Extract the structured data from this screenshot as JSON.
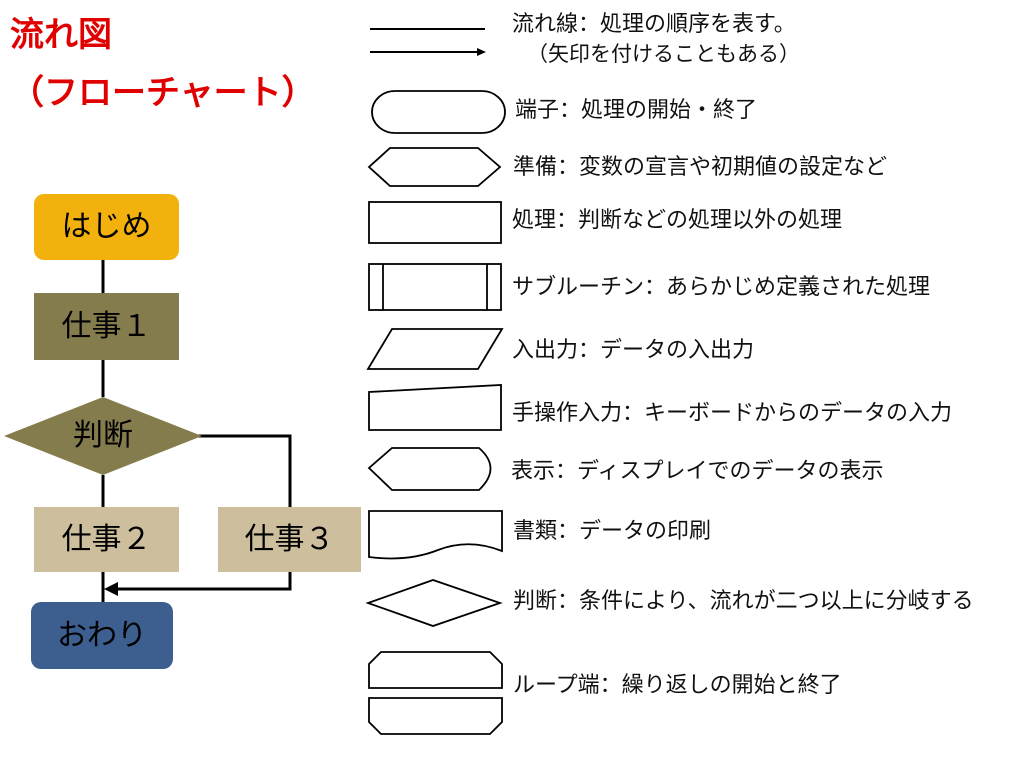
{
  "title": {
    "line1": "流れ図",
    "line2": "（フローチャート）"
  },
  "flowchart": {
    "colors": {
      "start": "#f3b10d",
      "task1": "#857c4e",
      "decision": "#857c4e",
      "task2": "#cdbf9e",
      "task3": "#cdbf9e",
      "end": "#3d5f8f"
    },
    "nodes": {
      "start": "はじめ",
      "task1": "仕事１",
      "decision": "判断",
      "task2": "仕事２",
      "task3": "仕事３",
      "end": "おわり"
    }
  },
  "legend": [
    {
      "shape": "flow-line",
      "text": "流れ線：処理の順序を表す。",
      "subtext": "（矢印を付けることもある）"
    },
    {
      "shape": "terminal",
      "text": "端子：処理の開始・終了"
    },
    {
      "shape": "preparation",
      "text": "準備：変数の宣言や初期値の設定など"
    },
    {
      "shape": "process",
      "text": "処理：判断などの処理以外の処理"
    },
    {
      "shape": "subroutine",
      "text": "サブルーチン：あらかじめ定義された処理"
    },
    {
      "shape": "input-output",
      "text": "入出力：データの入出力"
    },
    {
      "shape": "manual-input",
      "text": "手操作入力：キーボードからのデータの入力"
    },
    {
      "shape": "display",
      "text": "表示：ディスプレイでのデータの表示"
    },
    {
      "shape": "document",
      "text": "書類：データの印刷"
    },
    {
      "shape": "decision",
      "text": "判断：条件により、流れが二つ以上に分岐する"
    },
    {
      "shape": "loop-limit",
      "text": "ループ端：繰り返しの開始と終了"
    }
  ]
}
